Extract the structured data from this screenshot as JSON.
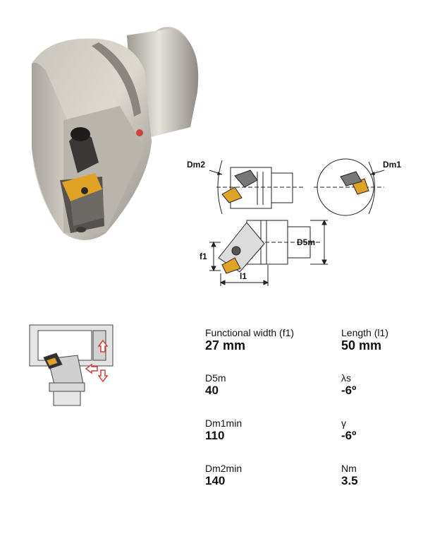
{
  "drawing": {
    "dm2": "Dm2",
    "dm1": "Dm1",
    "d5m": "D5m",
    "f1": "f1",
    "l1": "l1"
  },
  "specs": [
    {
      "label": "Functional width (f1)",
      "value": "27 mm"
    },
    {
      "label": "Length (l1)",
      "value": "50 mm"
    },
    {
      "label": "D5m",
      "value": "40"
    },
    {
      "label": "λs",
      "value": "-6º"
    },
    {
      "label": "Dm1min",
      "value": "110"
    },
    {
      "label": "γ",
      "value": "-6º"
    },
    {
      "label": "Dm2min",
      "value": "140"
    },
    {
      "label": "Nm",
      "value": "3.5"
    }
  ],
  "colors": {
    "insert_gold": "#e0a325",
    "body_gray": "#bdb9b1",
    "arrow_red": "#d0403c"
  }
}
